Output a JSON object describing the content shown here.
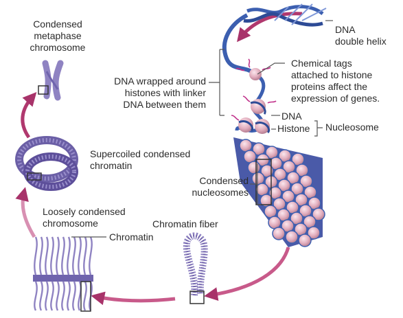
{
  "labels": {
    "metaphase": "Condensed\nmetaphase\nchromosome",
    "dna_helix": "DNA\ndouble helix",
    "chemical_tags": "Chemical tags\nattached to histone\nproteins affect the\nexpression of genes.",
    "dna_wrapped": "DNA wrapped around\nhistones with linker\nDNA between them",
    "dna": "DNA",
    "histone": "Histone",
    "nucleosome": "Nucleosome",
    "supercoiled": "Supercoiled condensed\nchromatin",
    "condensed_nucleosomes": "Condensed\nnucleosomes",
    "loosely": "Loosely condensed\nchromosome",
    "chromatin": "Chromatin",
    "chromatin_fiber": "Chromatin fiber"
  },
  "colors": {
    "dna_blue": "#3c5fb0",
    "histone_pink": "#e8bcc8",
    "arrow_magenta": "#b0386e",
    "chromosome_purple": "#8f83c2",
    "leader": "#555555"
  }
}
